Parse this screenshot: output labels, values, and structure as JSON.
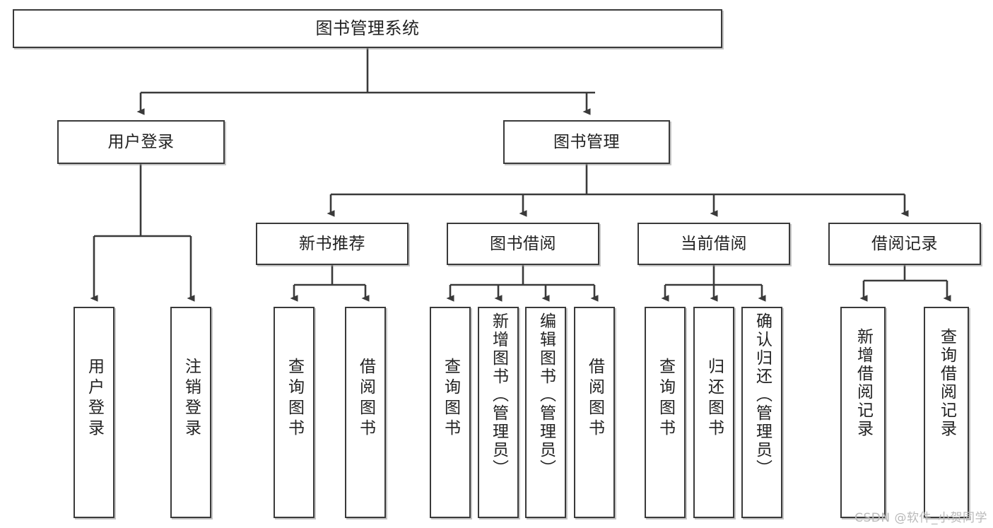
{
  "diagram": {
    "type": "hierarchy-tree",
    "title": "图书管理系统",
    "watermark": "CSDN @软件_小贺同学",
    "colors": {
      "box_border": "#3a3a3a",
      "box_fill": "#ffffff",
      "connector": "#3a3a3a",
      "text": "#222222",
      "watermark": "#b9b9b9"
    },
    "nodes": {
      "root": {
        "label": "图书管理系统"
      },
      "level2": [
        {
          "label": "用户登录"
        },
        {
          "label": "图书管理"
        }
      ],
      "level3": [
        {
          "label": "新书推荐"
        },
        {
          "label": "图书借阅"
        },
        {
          "label": "当前借阅"
        },
        {
          "label": "借阅记录"
        }
      ],
      "leaves": {
        "user_login": [
          {
            "label": "用户登录"
          },
          {
            "label": "注销登录"
          }
        ],
        "new_book_recommend": [
          {
            "label": "查询图书"
          },
          {
            "label": "借阅图书"
          }
        ],
        "book_borrow": [
          {
            "label": "查询图书"
          },
          {
            "label": "新增图书（管理员）"
          },
          {
            "label": "编辑图书（管理员）"
          },
          {
            "label": "借阅图书"
          }
        ],
        "current_borrow": [
          {
            "label": "查询图书"
          },
          {
            "label": "归还图书"
          },
          {
            "label": "确认归还（管理员）"
          }
        ],
        "borrow_record": [
          {
            "label": "新增借阅记录"
          },
          {
            "label": "查询借阅记录"
          }
        ]
      }
    }
  }
}
